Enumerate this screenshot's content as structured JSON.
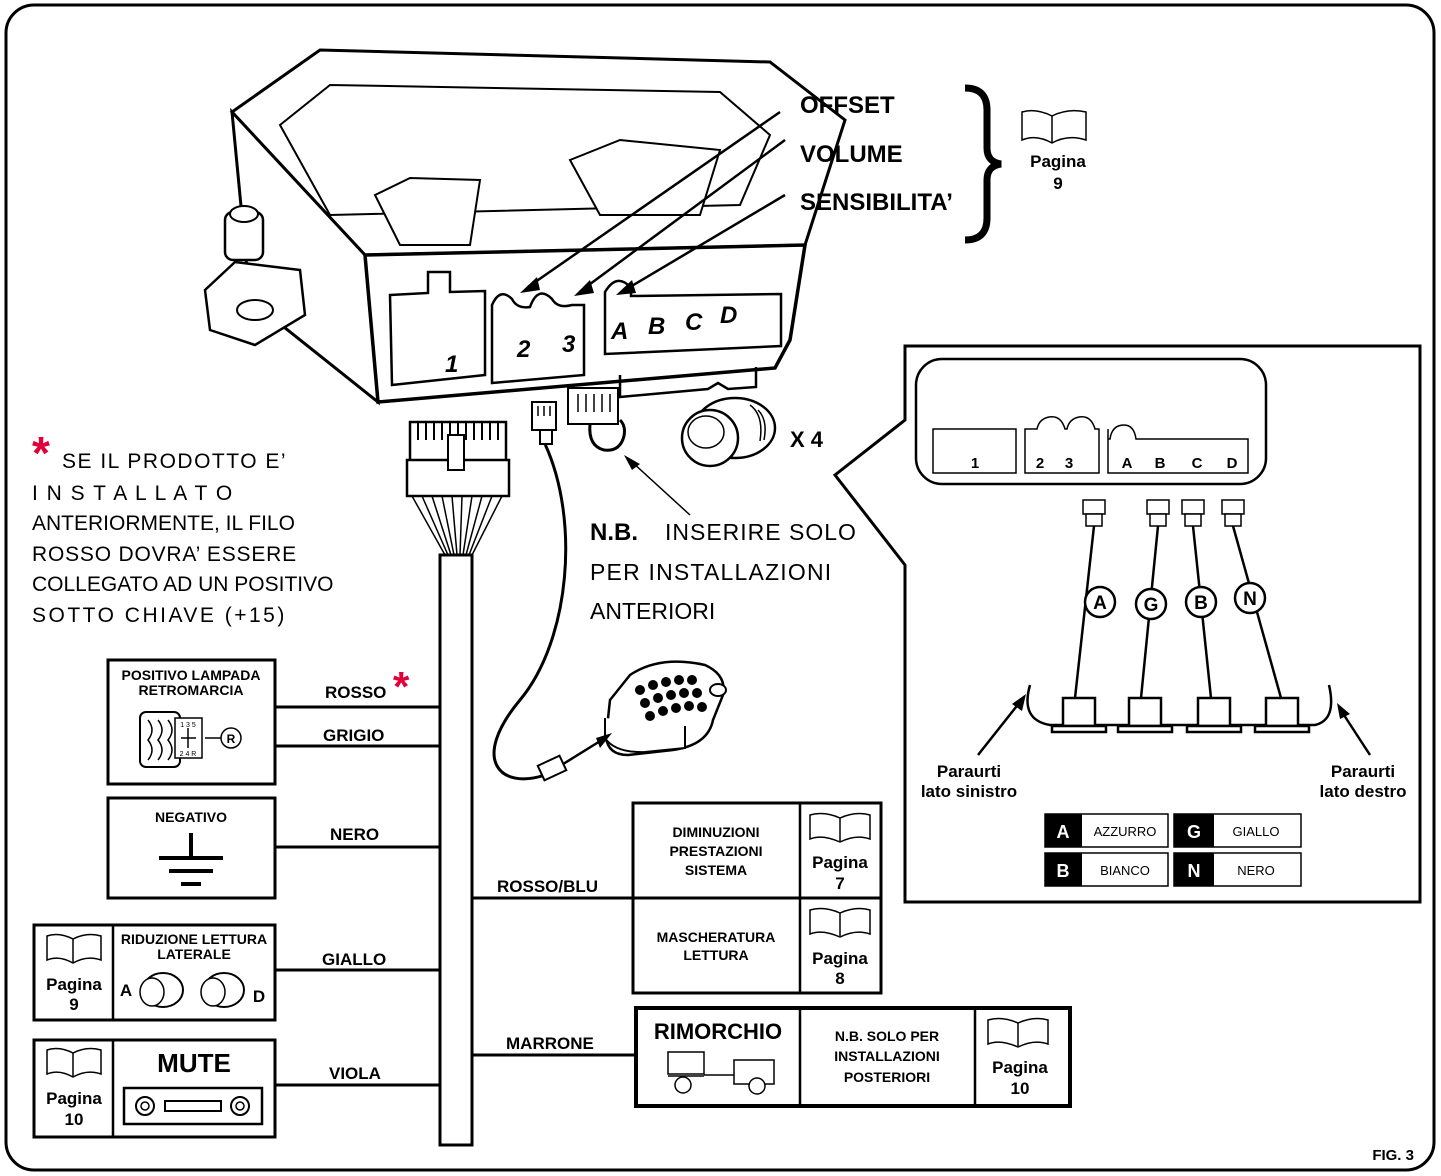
{
  "controls": {
    "offset": "OFFSET",
    "volume": "VOLUME",
    "sensibilita": "SENSIBILITA’",
    "page_word": "Pagina",
    "page_num": "9"
  },
  "connector_labels": {
    "port1": "1",
    "port2": "2",
    "port3": "3",
    "portA": "A",
    "portB": "B",
    "portC": "C",
    "portD": "D"
  },
  "sensor_count": "X 4",
  "note_front": {
    "star": "*",
    "lines": [
      "SE IL PRODOTTO E’",
      "I N S T A L L A T O",
      "ANTERIORMENTE, IL FILO",
      "ROSSO DOVRA’ ESSERE",
      "COLLEGATO AD UN POSITIVO",
      "SOTTO CHIAVE (+15)"
    ]
  },
  "nb_note": {
    "nb": "N.B.",
    "line1": "INSERIRE SOLO",
    "line2": "PER INSTALLAZIONI",
    "line3": "ANTERIORI"
  },
  "wires": {
    "rosso": "ROSSO",
    "grigio": "GRIGIO",
    "nero": "NERO",
    "giallo": "GIALLO",
    "viola": "VIOLA",
    "rosso_blu": "ROSSO/BLU",
    "marrone": "MARRONE"
  },
  "boxes": {
    "retromarcia_line1": "POSITIVO LAMPADA",
    "retromarcia_line2": "RETROMARCIA",
    "gear_r": "R",
    "gear_top": "1 3 5",
    "gear_bottom": "2 4 R",
    "negativo": "NEGATIVO",
    "riduzione_line1": "RIDUZIONE LETTURA",
    "riduzione_line2": "LATERALE",
    "riduzione_a": "A",
    "riduzione_d": "D",
    "riduzione_page": "9",
    "mute": "MUTE",
    "mute_page": "10",
    "diminuzioni_line1": "DIMINUZIONI",
    "diminuzioni_line2": "PRESTAZIONI",
    "diminuzioni_line3": "SISTEMA",
    "diminuzioni_page": "7",
    "mascheratura_line1": "MASCHERATURA",
    "mascheratura_line2": "LETTURA",
    "mascheratura_page": "8",
    "rimorchio": "RIMORCHIO",
    "rimorchio_nb1": "N.B. SOLO PER",
    "rimorchio_nb2": "INSTALLAZIONI",
    "rimorchio_nb3": "POSTERIORI",
    "rimorchio_page": "10",
    "page_word": "Pagina"
  },
  "inset": {
    "port1": "1",
    "port2": "2",
    "port3": "3",
    "portA": "A",
    "portB": "B",
    "portC": "C",
    "portD": "D",
    "sensor_letters": [
      "A",
      "G",
      "B",
      "N"
    ],
    "left_line1": "Paraurti",
    "left_line2": "lato sinistro",
    "right_line1": "Paraurti",
    "right_line2": "lato destro",
    "legend": [
      {
        "key": "A",
        "name": "AZZURRO"
      },
      {
        "key": "G",
        "name": "GIALLO"
      },
      {
        "key": "B",
        "name": "BIANCO"
      },
      {
        "key": "N",
        "name": "NERO"
      }
    ]
  },
  "figure_label": "FIG. 3",
  "colors": {
    "accent_red": "#e3003a",
    "line": "#000000",
    "background": "#ffffff"
  }
}
